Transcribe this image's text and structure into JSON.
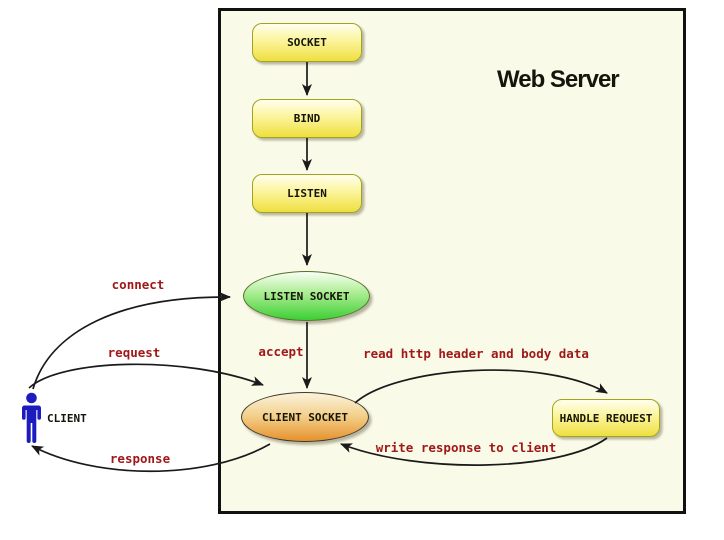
{
  "server": {
    "title": "Web Server",
    "background": "#FAFAE8",
    "border_color": "#111111"
  },
  "nodes": {
    "socket": {
      "label": "SOCKET",
      "shape": "rounded-rect"
    },
    "bind": {
      "label": "BIND",
      "shape": "rounded-rect"
    },
    "listen": {
      "label": "LISTEN",
      "shape": "rounded-rect"
    },
    "listen_socket": {
      "label": "LISTEN SOCKET",
      "shape": "ellipse"
    },
    "client_socket": {
      "label": "CLIENT SOCKET",
      "shape": "ellipse"
    },
    "handle_request": {
      "label": "HANDLE REQUEST",
      "shape": "rounded-rect"
    }
  },
  "actor": {
    "label": "CLIENT",
    "icon": "person-icon",
    "color": "#1C1CBE"
  },
  "edges": {
    "connect": {
      "label": "connect",
      "from": "client",
      "to": "listen_socket"
    },
    "request": {
      "label": "request",
      "from": "client",
      "to": "client_socket"
    },
    "response": {
      "label": "response",
      "from": "client_socket",
      "to": "client"
    },
    "accept": {
      "label": "accept",
      "from": "listen_socket",
      "to": "client_socket"
    },
    "read_http": {
      "label": "read http header and body data",
      "from": "client_socket",
      "to": "handle_request"
    },
    "write_response": {
      "label": "write response to client",
      "from": "handle_request",
      "to": "client_socket"
    }
  },
  "colors": {
    "process_fill_top": "#FFFFEE",
    "process_fill_bottom": "#EFDF40",
    "process_border": "#A2A21F",
    "listen_socket_fill_bottom": "#3CCF34",
    "listen_socket_border": "#57702D",
    "client_socket_fill_bottom": "#E6912D",
    "client_socket_border": "#3F3B2B",
    "edge_label_color": "#A01818",
    "arrow_color": "#1A1A1A",
    "actor_color": "#1C1CBE"
  }
}
